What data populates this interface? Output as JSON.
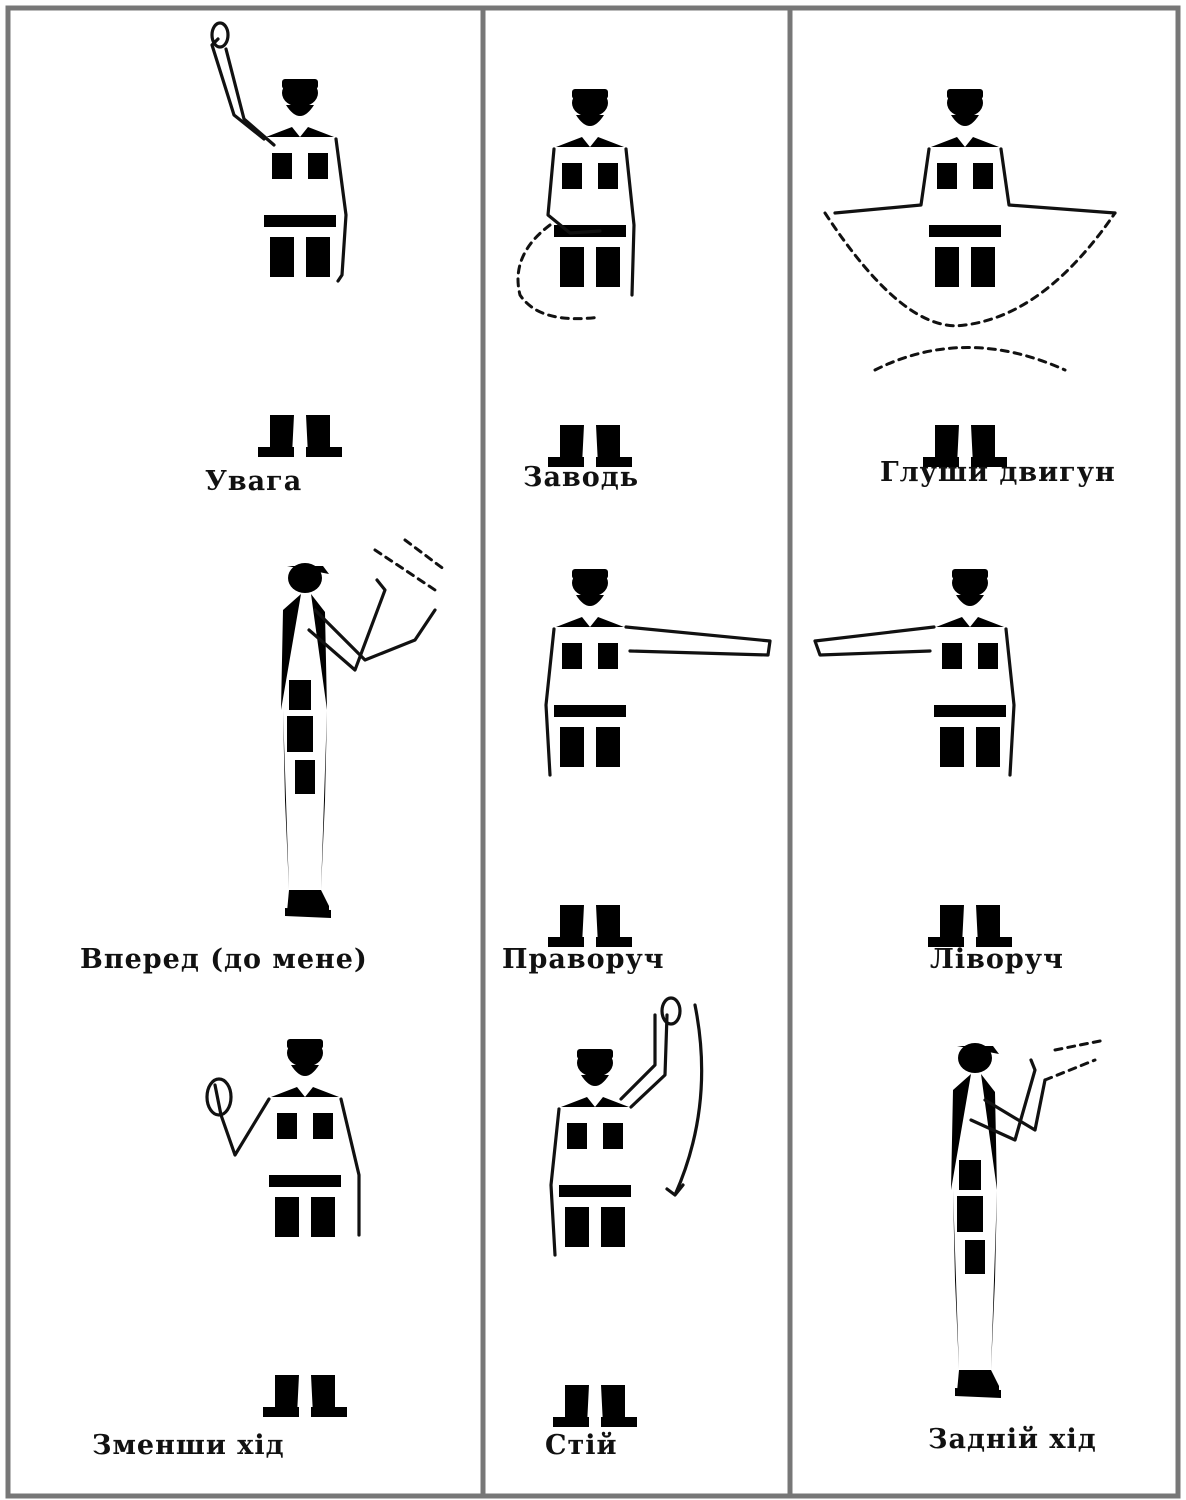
{
  "signals": [
    {
      "id": "attention",
      "label": "Увага"
    },
    {
      "id": "start",
      "label": "Заводь"
    },
    {
      "id": "stop-engine",
      "label": "Глуши двигун"
    },
    {
      "id": "forward",
      "label": "Вперед (до мене)"
    },
    {
      "id": "right",
      "label": "Праворуч"
    },
    {
      "id": "left",
      "label": "Ліворуч"
    },
    {
      "id": "slow-down",
      "label": "Зменши хід"
    },
    {
      "id": "stop",
      "label": "Стій"
    },
    {
      "id": "reverse",
      "label": "Задній хід"
    }
  ],
  "colors": {
    "line": "#111111",
    "border": "#777777",
    "background": "#ffffff"
  }
}
